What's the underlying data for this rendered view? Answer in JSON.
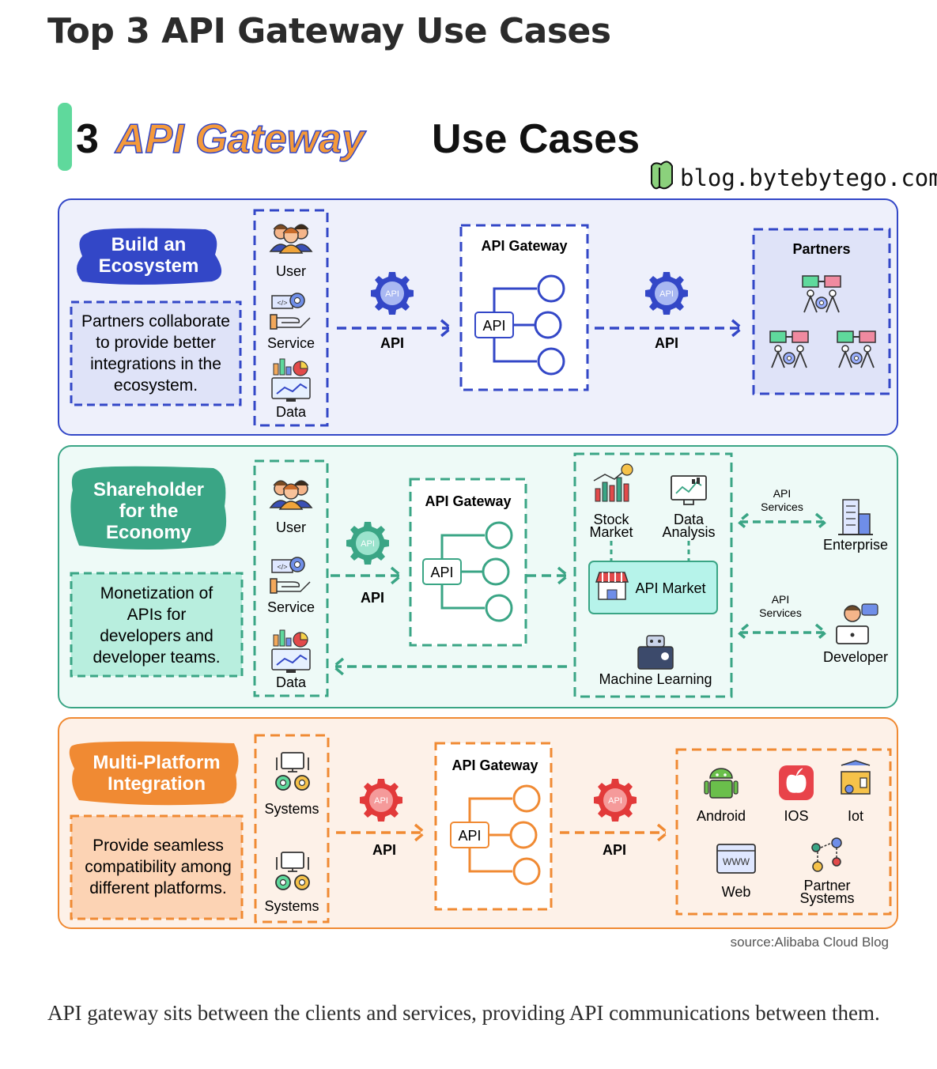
{
  "page": {
    "title": "Top 3 API Gateway Use Cases",
    "caption": "API gateway sits between the clients and services, providing API communications between them."
  },
  "infographic": {
    "heading_prefix": "3",
    "heading_highlight": "API Gateway",
    "heading_suffix": "Use Cases",
    "brand": "blog.bytebytego.com",
    "source": "source:Alibaba Cloud Blog",
    "colors": {
      "blue": "#3347c7",
      "green": "#3aa585",
      "orange": "#f08a33",
      "accent_bar": "#5fd99c"
    }
  },
  "sections": {
    "ecosystem": {
      "title_line1": "Build an",
      "title_line2": "Ecosystem",
      "description_lines": [
        "Partners collaborate",
        "to provide better",
        "integrations in the",
        "ecosystem."
      ],
      "clients": [
        {
          "label": "User",
          "icon": "users-icon"
        },
        {
          "label": "Service",
          "icon": "service-icon"
        },
        {
          "label": "Data",
          "icon": "data-icon"
        }
      ],
      "left_api_label": "API",
      "gateway_label": "API Gateway",
      "gateway_api": "API",
      "right_api_label": "API",
      "partners_label": "Partners"
    },
    "economy": {
      "title_line1": "Shareholder",
      "title_line2": "for the",
      "title_line3": "Economy",
      "description_lines": [
        "Monetization of",
        "APIs for",
        "developers and",
        "developer teams."
      ],
      "clients": [
        {
          "label": "User",
          "icon": "users-icon"
        },
        {
          "label": "Service",
          "icon": "service-icon"
        },
        {
          "label": "Data",
          "icon": "data-icon"
        }
      ],
      "api_label": "API",
      "gateway_label": "API Gateway",
      "gateway_api": "API",
      "stock_market_line1": "Stock",
      "stock_market_line2": "Market",
      "data_analysis_line1": "Data",
      "data_analysis_line2": "Analysis",
      "api_market": "API Market",
      "machine_learning": "Machine Learning",
      "api_services_line1": "API",
      "api_services_line2": "Services",
      "enterprise": "Enterprise",
      "developer": "Developer"
    },
    "multiplatform": {
      "title_line1": "Multi-Platform",
      "title_line2": "Integration",
      "description_lines": [
        "Provide seamless",
        "compatibility among",
        "different platforms."
      ],
      "systems_label": "Systems",
      "left_api_label": "API",
      "gateway_label": "API Gateway",
      "gateway_api": "API",
      "right_api_label": "API",
      "platforms": {
        "android": "Android",
        "ios": "IOS",
        "iot": "Iot",
        "web": "Web",
        "web_icon_text": "WWW",
        "partner_line1": "Partner",
        "partner_line2": "Systems"
      }
    }
  },
  "gear_icon_text": "API"
}
